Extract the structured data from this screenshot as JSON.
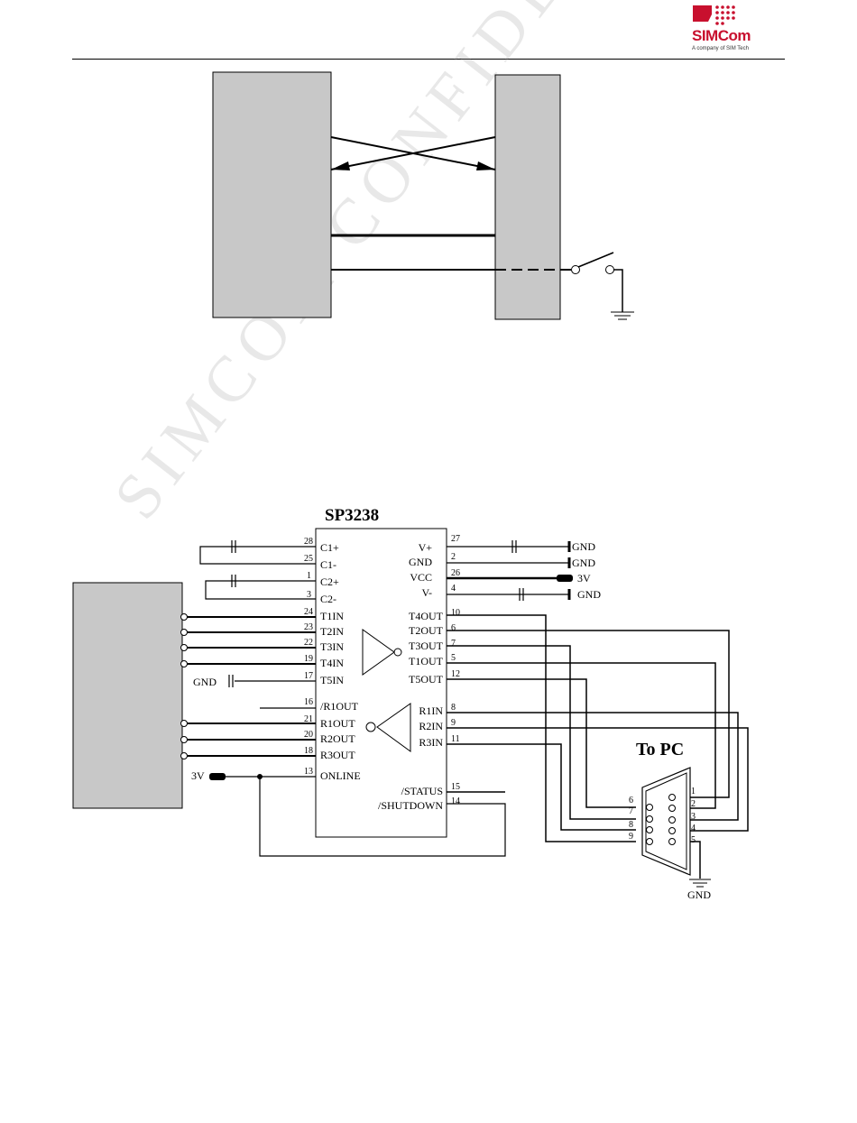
{
  "header": {
    "logo_text": "SIMCom",
    "logo_subtitle": "A company of SIM Tech",
    "brand_color": "#c8102e"
  },
  "watermark": "SIMCOM CONFIDENTIAL FILE",
  "schematic": {
    "chip_title": "SP3238",
    "left_pins": [
      {
        "num": "28",
        "name": "C1+"
      },
      {
        "num": "25",
        "name": "C1-"
      },
      {
        "num": "1",
        "name": "C2+"
      },
      {
        "num": "3",
        "name": "C2-"
      },
      {
        "num": "24",
        "name": "T1IN"
      },
      {
        "num": "23",
        "name": "T2IN"
      },
      {
        "num": "22",
        "name": "T3IN"
      },
      {
        "num": "19",
        "name": "T4IN"
      },
      {
        "num": "17",
        "name": "T5IN"
      },
      {
        "num": "16",
        "name": "/R1OUT"
      },
      {
        "num": "21",
        "name": "R1OUT"
      },
      {
        "num": "20",
        "name": "R2OUT"
      },
      {
        "num": "18",
        "name": "R3OUT"
      },
      {
        "num": "13",
        "name": "ONLINE"
      }
    ],
    "right_pins": [
      {
        "num": "27",
        "name": "V+"
      },
      {
        "num": "2",
        "name": "GND"
      },
      {
        "num": "26",
        "name": "VCC"
      },
      {
        "num": "4",
        "name": "V-"
      },
      {
        "num": "10",
        "name": "T4OUT"
      },
      {
        "num": "6",
        "name": "T2OUT"
      },
      {
        "num": "7",
        "name": "T3OUT"
      },
      {
        "num": "5",
        "name": "T1OUT"
      },
      {
        "num": "12",
        "name": "T5OUT"
      },
      {
        "num": "8",
        "name": "R1IN"
      },
      {
        "num": "9",
        "name": "R2IN"
      },
      {
        "num": "11",
        "name": "R3IN"
      },
      {
        "num": "15",
        "name": "/STATUS"
      },
      {
        "num": "14",
        "name": "/SHUTDOWN"
      }
    ],
    "power_labels": {
      "gnd1": "GND",
      "gnd2": "GND",
      "vcc": "3V",
      "gnd3": "GND",
      "t5_gnd": "GND",
      "online_3v": "3V",
      "db9_gnd": "GND"
    },
    "to_pc": "To PC",
    "db9_pins_left": [
      "6",
      "7",
      "8",
      "9"
    ],
    "db9_pins_right": [
      "1",
      "2",
      "3",
      "4",
      "5"
    ]
  }
}
